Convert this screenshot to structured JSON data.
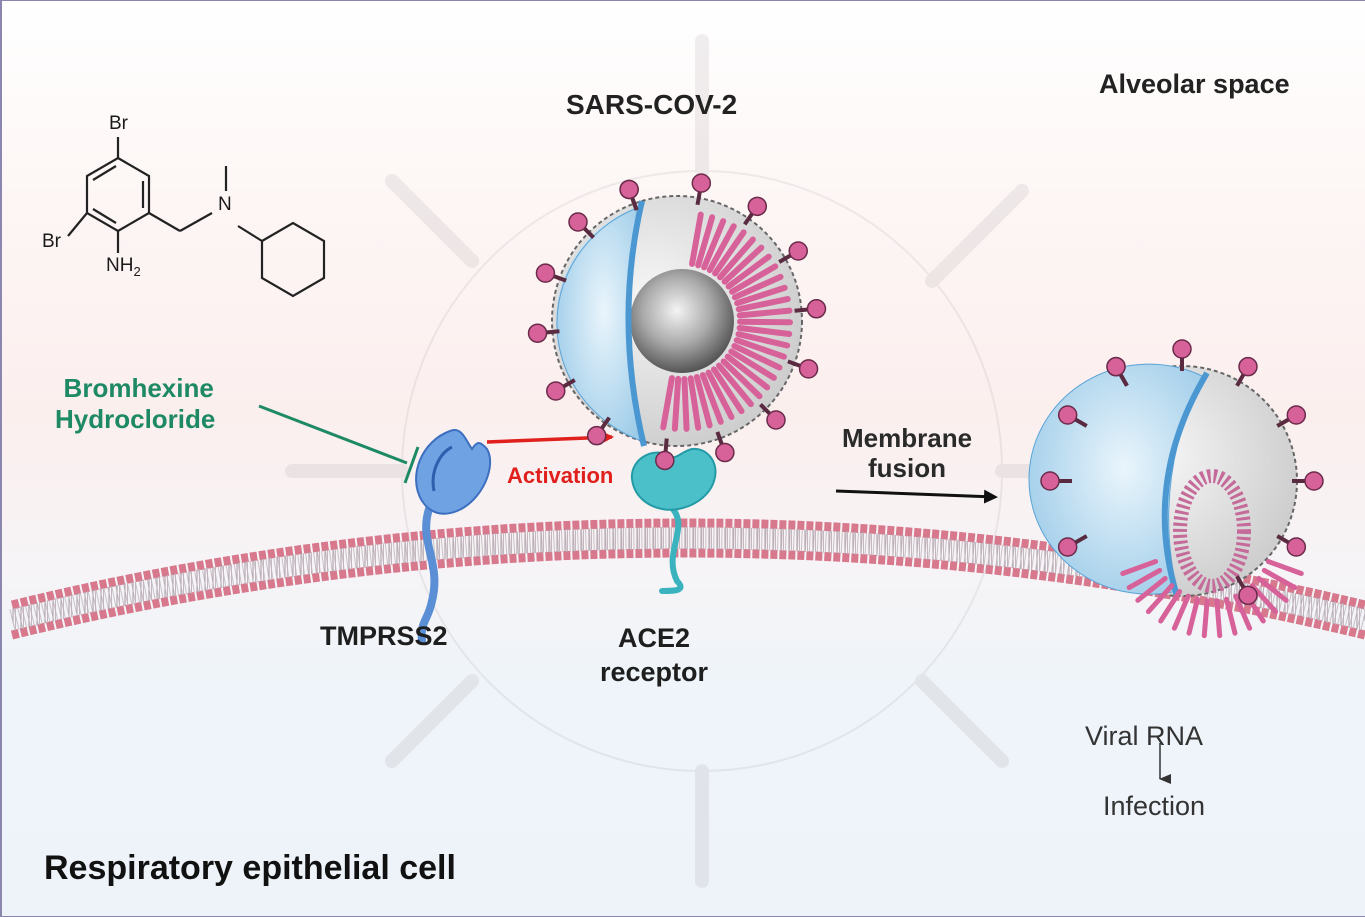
{
  "labels": {
    "alveolar_space": "Alveolar space",
    "virus_title": "SARS-COV-2",
    "drug_line1": "Bromhexine",
    "drug_line2": "Hydrocloride",
    "activation": "Activation",
    "membrane_fusion_line1": "Membrane",
    "membrane_fusion_line2": "fusion",
    "tmprss2": "TMPRSS2",
    "ace2_line1": "ACE2",
    "ace2_line2": "receptor",
    "viral_rna": "Viral RNA",
    "infection": "Infection",
    "cell": "Respiratory epithelial cell"
  },
  "molecule": {
    "name": "Bromhexine",
    "atoms": {
      "br_top": "Br",
      "br_left": "Br",
      "nitrogen": "N",
      "amine_main": "NH",
      "amine_sub": "2"
    }
  },
  "colors": {
    "drug_green": "#1e8a65",
    "activation_red": "#e0201c",
    "tmprss2_blue": "#5a8fd6",
    "ace2_teal": "#3bb3bf",
    "spike_pink": "#d7629a",
    "membrane_pink": "#d7788d",
    "envelope_blue": "#b9dcf2",
    "text_dark": "#1e1e1e"
  }
}
